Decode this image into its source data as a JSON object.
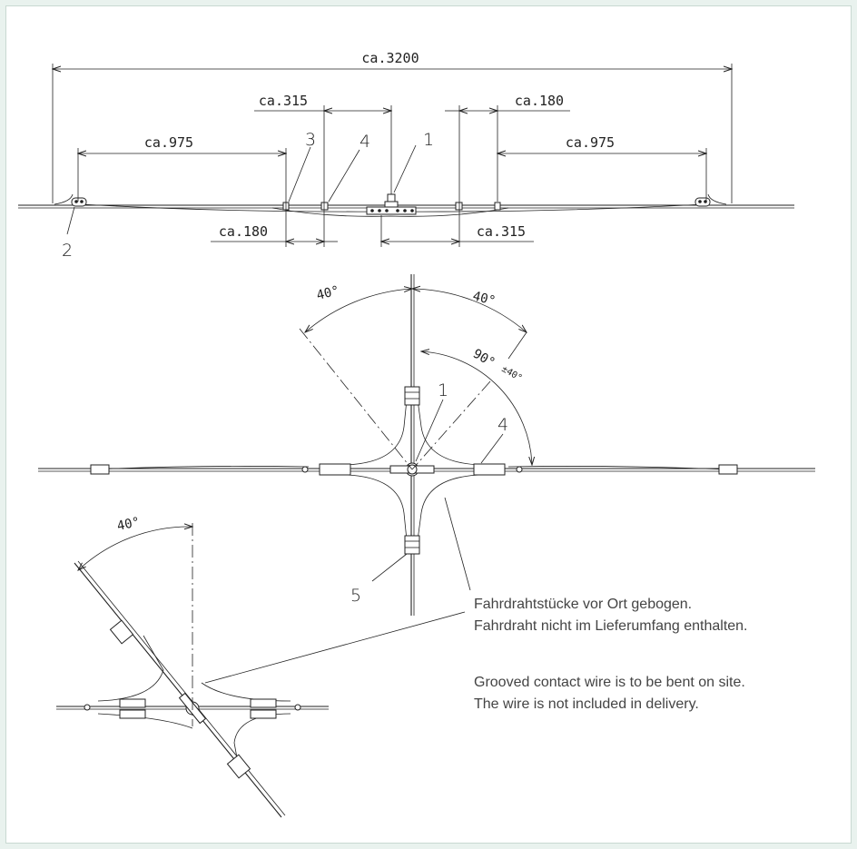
{
  "dimensions": {
    "overall": "ca.3200",
    "left_span": "ca.975",
    "right_span": "ca.975",
    "top_left_offset": "ca.315",
    "top_right_offset": "ca.180",
    "bottom_left_offset": "ca.180",
    "bottom_right_offset": "ca.315"
  },
  "part_numbers": {
    "p1_top": "1",
    "p2": "2",
    "p3": "3",
    "p4_top": "4",
    "p1_plan": "1",
    "p4_plan": "4",
    "p5": "5"
  },
  "angles": {
    "left": "40°",
    "right": "40°",
    "right_angle": "90°",
    "tolerance": "±40°",
    "lower_view": "40°"
  },
  "notes": {
    "de_line1": "Fahrdrahtstücke vor Ort gebogen.",
    "de_line2": "Fahrdraht nicht im Lieferumfang enthalten.",
    "en_line1": "Grooved contact wire is to be bent on site.",
    "en_line2": "The wire is not included in delivery."
  },
  "colors": {
    "background": "#e9f2ee",
    "panel": "#ffffff",
    "ink": "#222222",
    "note_text": "#444444"
  }
}
